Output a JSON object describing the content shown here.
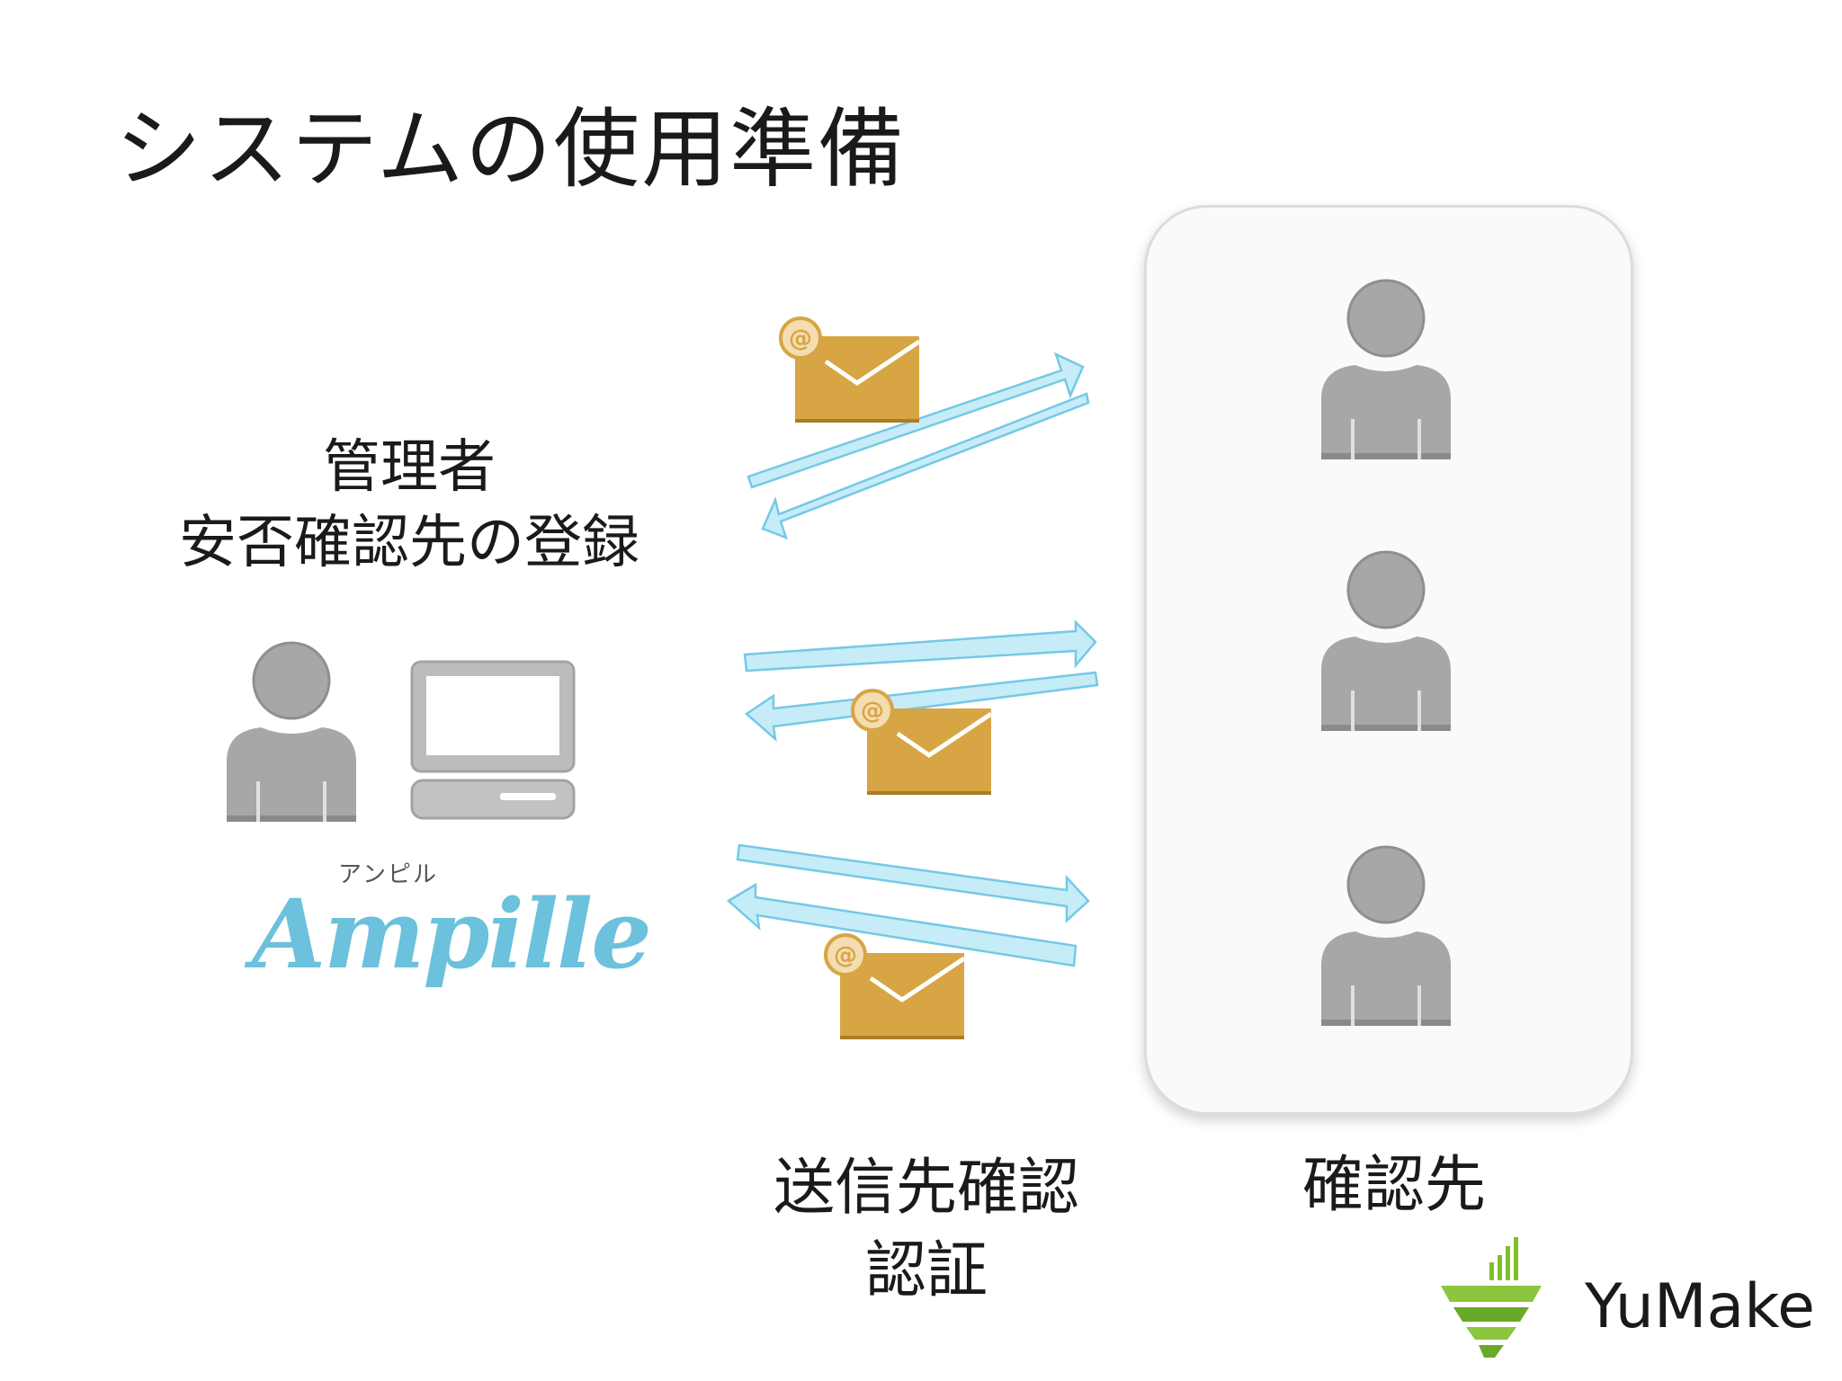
{
  "slide": {
    "title": "システムの使用準備"
  },
  "admin": {
    "caption_line1": "管理者",
    "caption_line2": "安否確認先の登録",
    "logo_kana": "アンピル",
    "logo_text": "Ampille"
  },
  "flow": {
    "caption_line1": "送信先確認",
    "caption_line2": "認証"
  },
  "recipients": {
    "caption": "確認先"
  },
  "brand": {
    "name": "YuMake"
  },
  "colors": {
    "arrow_fill": "#c6ecf7",
    "arrow_stroke": "#74c9e6",
    "mail": "#d8a544",
    "person": "#a7a7a7",
    "logo_blue": "#6cc1dc",
    "brand_green": "#7fbf2a"
  },
  "icons": [
    "person-icon",
    "computer-icon",
    "email-icon",
    "arrow-right-icon",
    "arrow-left-icon",
    "yumake-logo-icon"
  ]
}
